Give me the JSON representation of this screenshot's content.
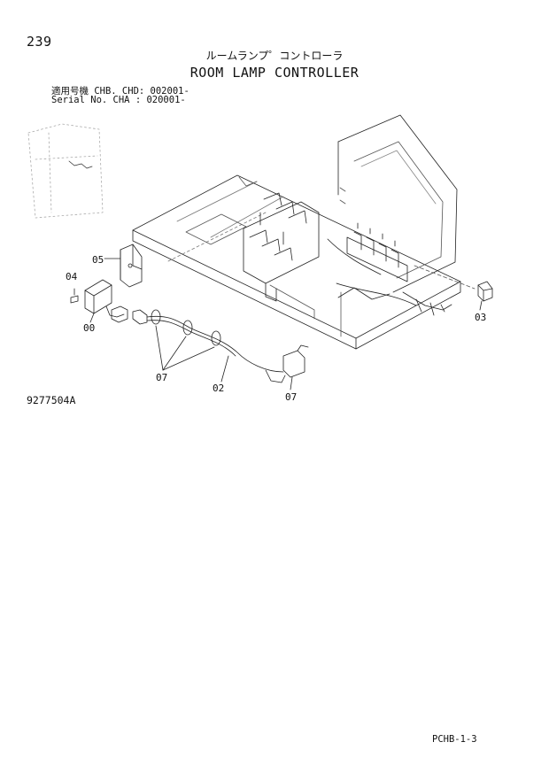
{
  "header": {
    "page_number": "239",
    "title_jp": "ルームランプ゜コントローラ",
    "title_en": "ROOM LAMP CONTROLLER",
    "serial_line_1": "適用号機  CHB. CHD: 002001-",
    "serial_line_2": "Serial No. CHA     : 020001-"
  },
  "callouts": {
    "c05": "05",
    "c04": "04",
    "c00": "00",
    "c07a": "07",
    "c02": "02",
    "c07b": "07",
    "c03": "03"
  },
  "footer": {
    "figure_number": "9277504A",
    "page_code": "PCHB-1-3"
  }
}
